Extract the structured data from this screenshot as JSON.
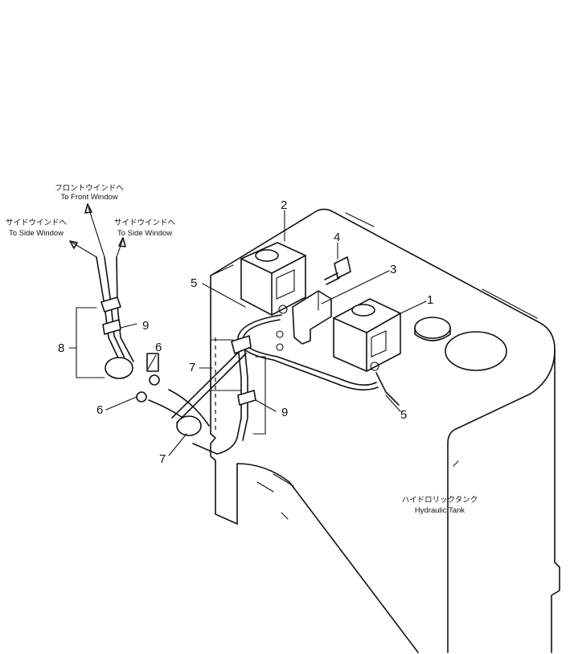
{
  "labels": {
    "front_window_jp": "フロントウインドへ",
    "front_window_en": "To Front Window",
    "side_window_left_jp": "サイドウインドへ",
    "side_window_left_en": "To Side Window",
    "side_window_right_jp": "サイドウインドへ",
    "side_window_right_en": "To Side Window",
    "hydraulic_tank_jp": "ハイドロリックタンク",
    "hydraulic_tank_en": "Hydraulic Tank"
  },
  "callouts": {
    "c1": "1",
    "c2": "2",
    "c3": "3",
    "c4": "4",
    "c5a": "5",
    "c5b": "5",
    "c6a": "6",
    "c6b": "6",
    "c7a": "7",
    "c7b": "7",
    "c8": "8",
    "c9a": "9",
    "c9b": "9"
  }
}
